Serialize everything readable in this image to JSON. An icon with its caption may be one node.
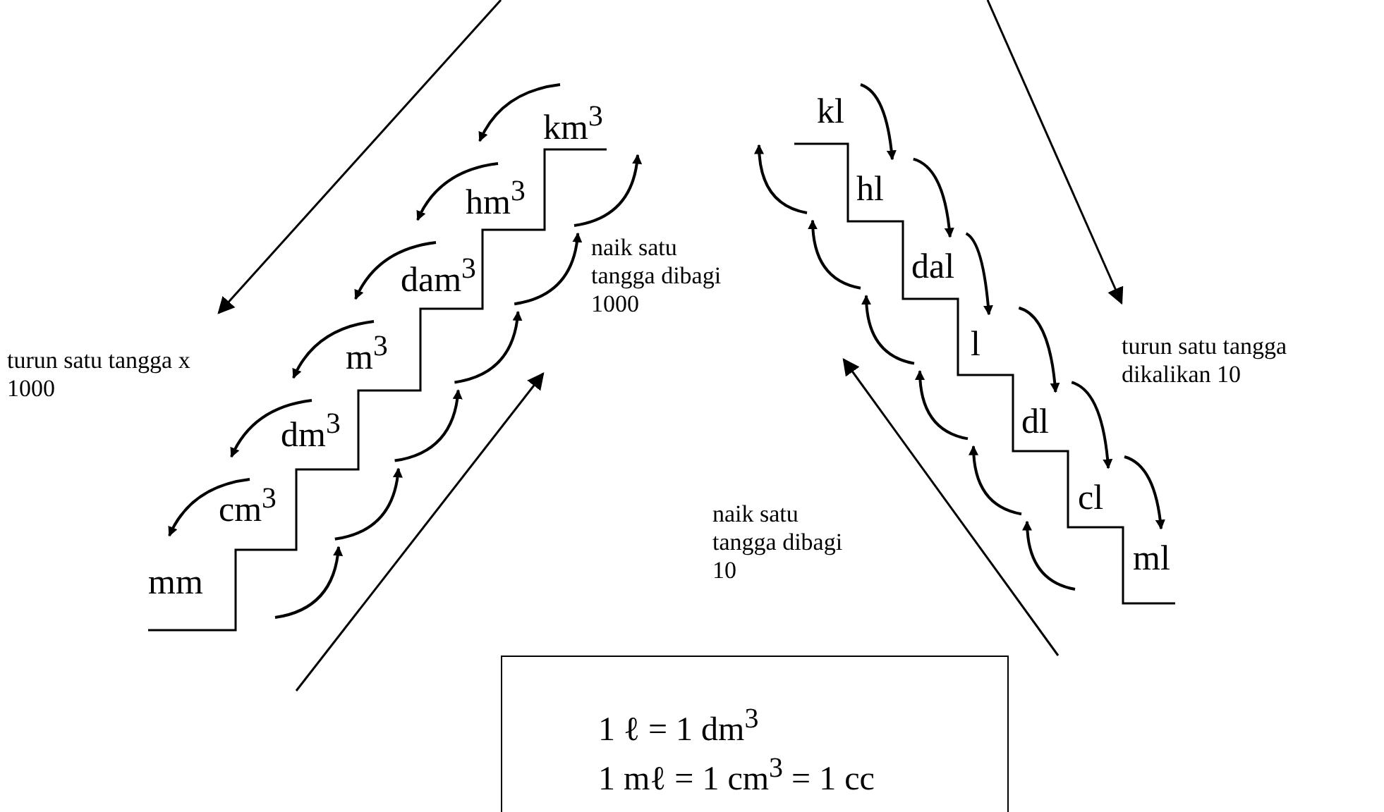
{
  "diagram": {
    "nodes": [
      {
        "text": [
          "km$^{3}$"
        ]
      },
      {
        "text": [
          "hm$^{3}$"
        ]
      },
      {
        "text": [
          "dam$^{3}$"
        ]
      },
      {
        "text": [
          "m$^{3}$"
        ]
      },
      {
        "text": [
          "dm$^{3}$"
        ]
      },
      {
        "text": [
          "cm$^{3}$"
        ]
      },
      {
        "text": [
          "mm"
        ]
      },
      {
        "text": [
          "kl"
        ]
      },
      {
        "text": [
          "hl"
        ]
      },
      {
        "text": [
          "dal"
        ]
      },
      {
        "text": [
          "l"
        ]
      },
      {
        "text": [
          "dl"
        ]
      },
      {
        "text": [
          "cl"
        ]
      },
      {
        "text": [
          "ml"
        ]
      },
      {
        "text": [
          "1 ℓ = 1 dm$^{3}$",
          "1 mℓ = 1 cm$^{3}$ = 1 cc"
        ]
      }
    ],
    "edges": [
      {
        "from": 0,
        "to": 1,
        "arrow": "to"
      },
      {
        "from": 1,
        "to": 2,
        "arrow": "to"
      },
      {
        "from": 2,
        "to": 3,
        "arrow": "to"
      },
      {
        "from": 3,
        "to": 4,
        "arrow": "to"
      },
      {
        "from": 4,
        "to": 5,
        "arrow": "to"
      },
      {
        "from": 5,
        "to": 6,
        "arrow": "to"
      },
      {
        "from": 6,
        "to": 5,
        "arrow": "to"
      },
      {
        "from": 5,
        "to": 4,
        "arrow": "to"
      },
      {
        "from": 4,
        "to": 3,
        "arrow": "to"
      },
      {
        "from": 3,
        "to": 2,
        "arrow": "to"
      },
      {
        "from": 2,
        "to": 1,
        "arrow": "to"
      },
      {
        "from": 1,
        "to": 0,
        "arrow": "to"
      },
      {
        "from": 7,
        "to": 8,
        "arrow": "to"
      },
      {
        "from": 8,
        "to": 9,
        "arrow": "to"
      },
      {
        "from": 9,
        "to": 10,
        "arrow": "to"
      },
      {
        "from": 10,
        "to": 11,
        "arrow": "to"
      },
      {
        "from": 11,
        "to": 12,
        "arrow": "to"
      },
      {
        "from": 12,
        "to": 13,
        "arrow": "to"
      },
      {
        "from": 13,
        "to": 12,
        "arrow": "to"
      },
      {
        "from": 12,
        "to": 11,
        "arrow": "to"
      },
      {
        "from": 11,
        "to": 10,
        "arrow": "to"
      },
      {
        "from": 10,
        "to": 9,
        "arrow": "to"
      },
      {
        "from": 9,
        "to": 8,
        "arrow": "to"
      },
      {
        "from": 8,
        "to": 7,
        "arrow": "to"
      }
    ],
    "labels": [
      "naik satu tangga dibagi 1000",
      "turun satu tangga x 1000",
      "turun satu tangga dikalikan 10",
      "naik satu tangga dibagi 10"
    ]
  }
}
